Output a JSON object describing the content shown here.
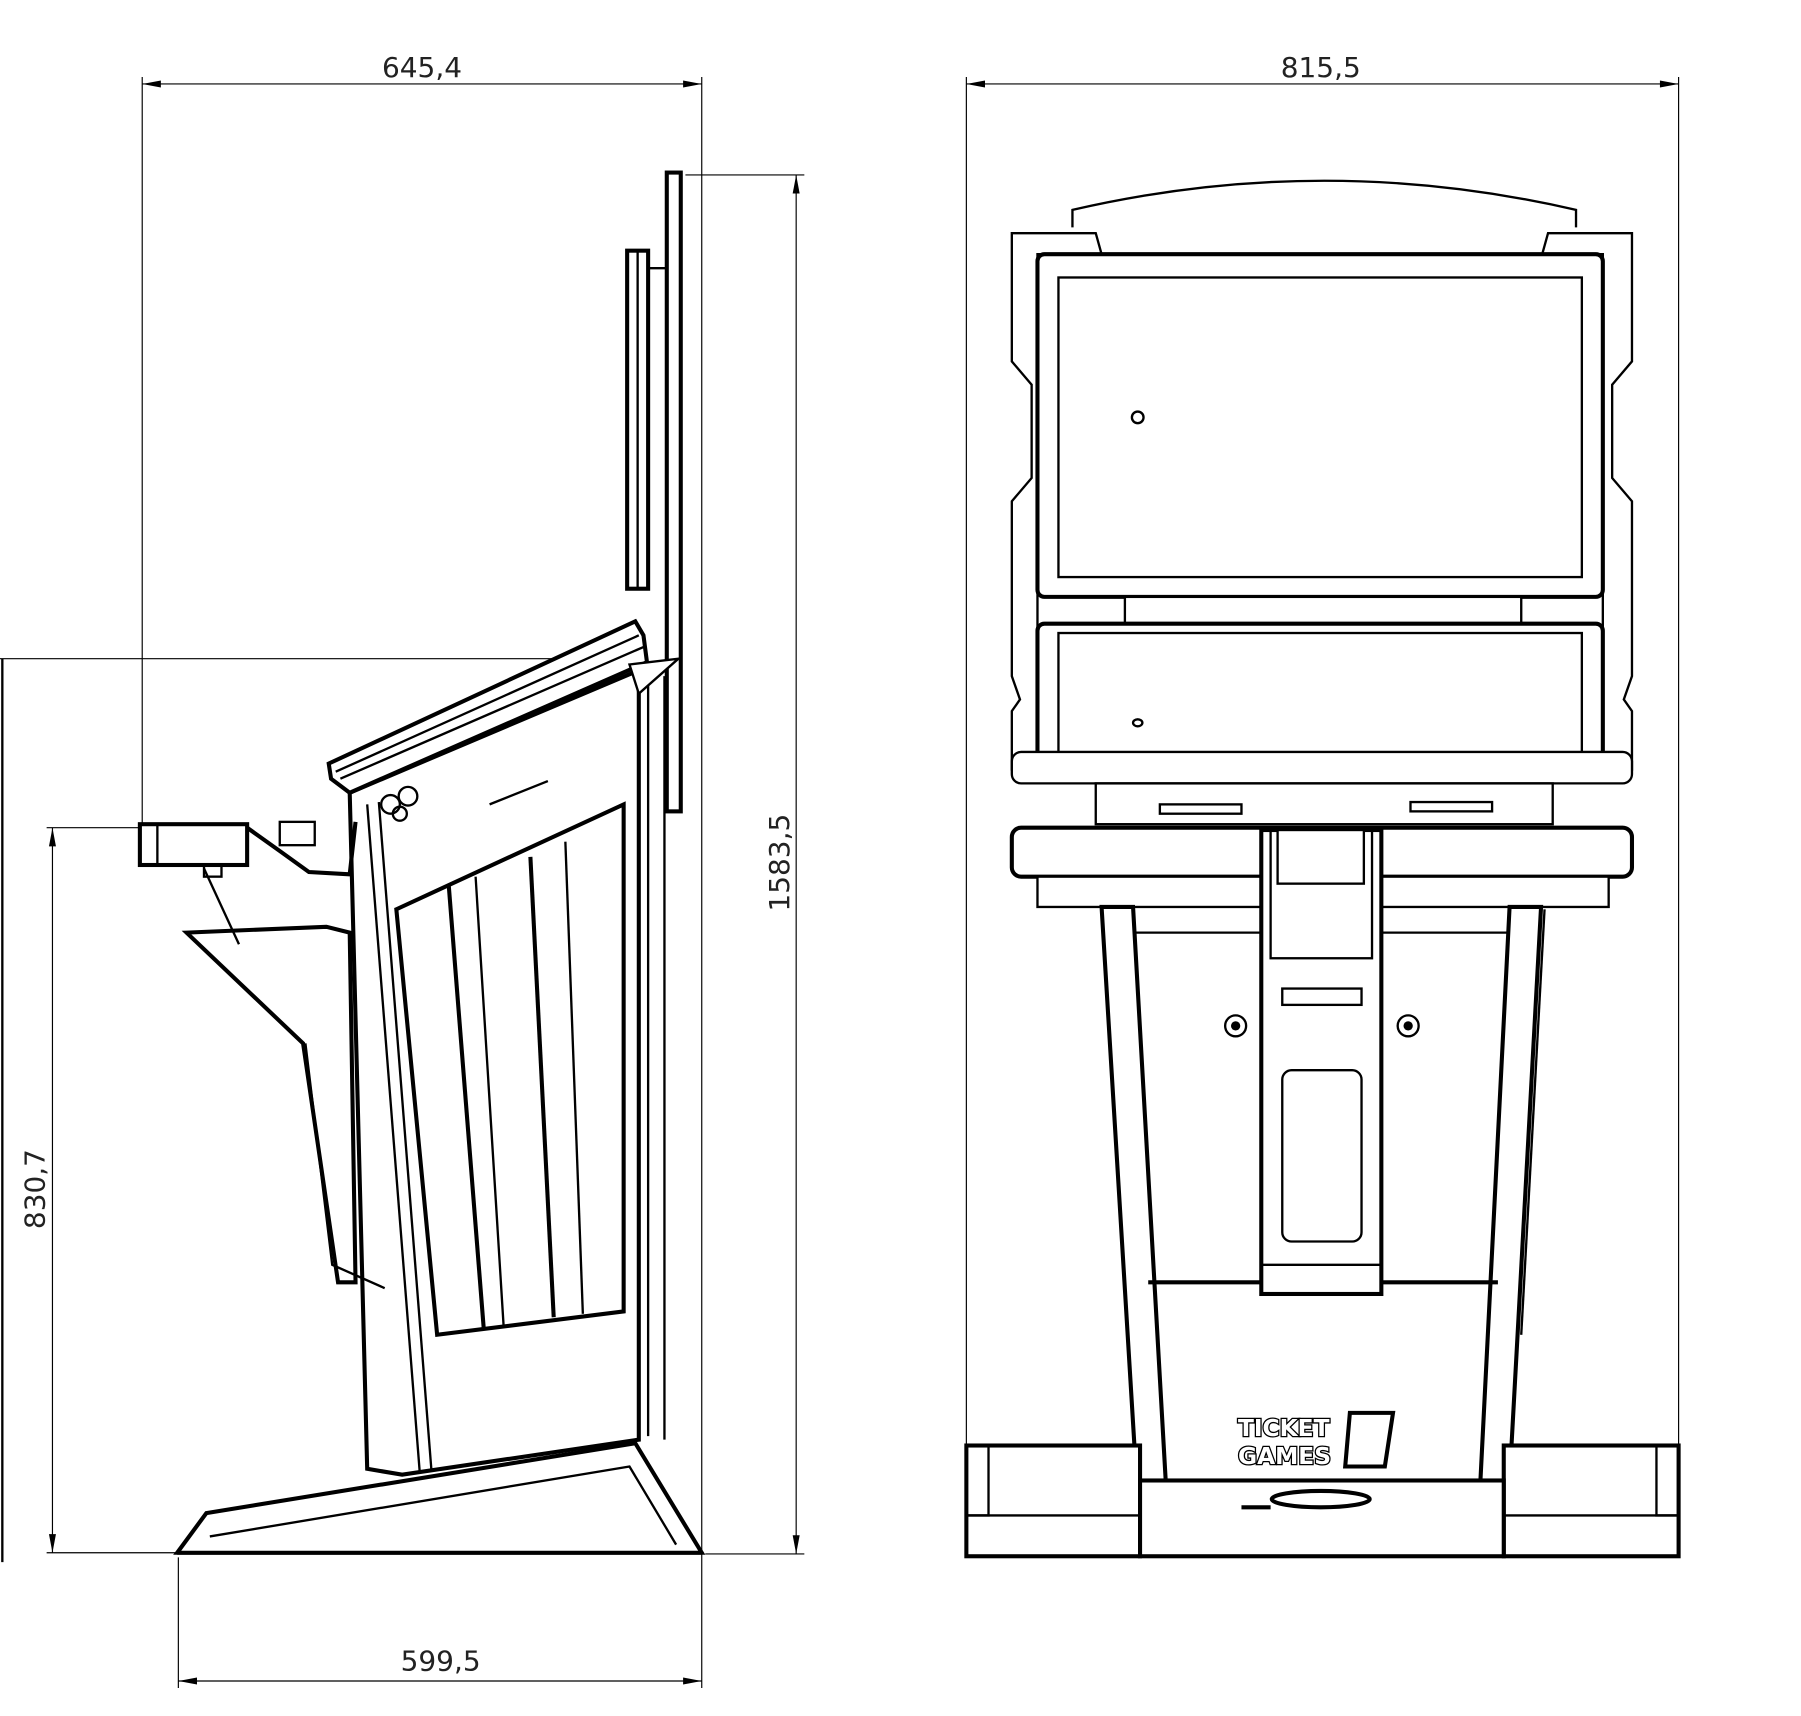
{
  "drawing": {
    "side_view": {
      "dimensions": {
        "overall_depth_top": "645,4",
        "overall_height": "1583,5",
        "deck_height": "830,7",
        "base_depth": "599,5"
      }
    },
    "front_view": {
      "dimensions": {
        "overall_width": "815,5"
      },
      "logo": {
        "line1": "TICKET",
        "line2": "GAMES"
      }
    }
  }
}
